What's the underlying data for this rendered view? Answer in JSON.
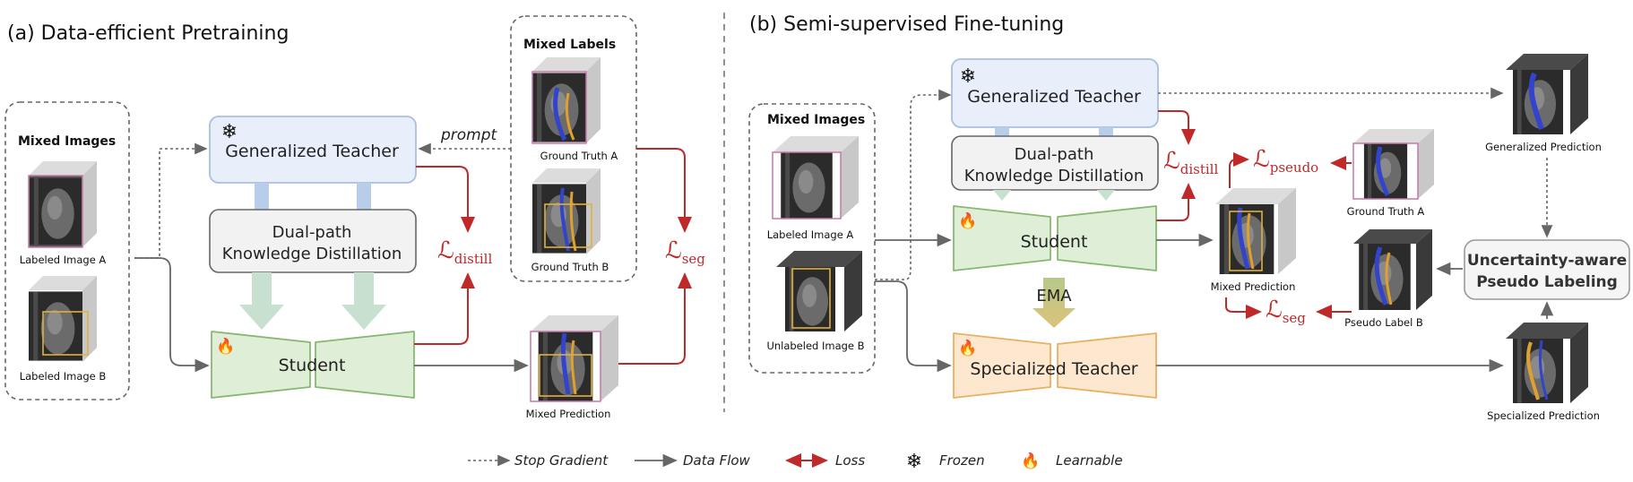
{
  "left": {
    "title": "(a) Data-efficient Pretraining",
    "mixed_images": {
      "title": "Mixed Images",
      "labeled_a": "Labeled Image A",
      "labeled_b": "Labeled Image B"
    },
    "mixed_labels": {
      "title": "Mixed Labels",
      "gt_a": "Ground Truth A",
      "gt_b": "Ground Truth B"
    },
    "teacher": "Generalized Teacher",
    "kd_line1": "Dual-path",
    "kd_line2": "Knowledge Distillation",
    "student": "Student",
    "prompt": "prompt",
    "loss_distill": "distill",
    "loss_seg": "seg",
    "mixed_prediction": "Mixed Prediction"
  },
  "right": {
    "title": "(b) Semi-supervised Fine-tuning",
    "mixed_images": {
      "title": "Mixed Images",
      "labeled_a": "Labeled Image A",
      "unlabeled_b": "Unlabeled Image B"
    },
    "teacher": "Generalized Teacher",
    "kd_line1": "Dual-path",
    "kd_line2": "Knowledge Distillation",
    "student": "Student",
    "ema": "EMA",
    "specialized_teacher": "Specialized Teacher",
    "loss_distill": "distill",
    "loss_pseudo": "pseudo",
    "loss_seg": "seg",
    "mixed_prediction": "Mixed Prediction",
    "gt_a": "Ground Truth A",
    "pseudo_label_b": "Pseudo Label B",
    "generalized_prediction": "Generalized Prediction",
    "specialized_prediction": "Specialized Prediction",
    "upl_line1": "Uncertainty-aware",
    "upl_line2": "Pseudo Labeling"
  },
  "legend": {
    "stop_gradient": "Stop Gradient",
    "data_flow": "Data Flow",
    "loss": "Loss",
    "frozen": "Frozen",
    "learnable": "Learnable"
  },
  "loss_symbol": "ℒ",
  "colors": {
    "teacher_fill": "#e8effb",
    "teacher_stroke": "#a9bfe3",
    "kd_fill": "#f2f2f2",
    "student_fill": "#dfeed6",
    "student_stroke": "#88b870",
    "spec_fill": "#fde7cf",
    "spec_stroke": "#e9b060",
    "loss_red": "#c0292a",
    "flow_gray": "#666666"
  },
  "icons": {
    "frozen": "snowflake-icon",
    "learnable": "flame-icon"
  }
}
